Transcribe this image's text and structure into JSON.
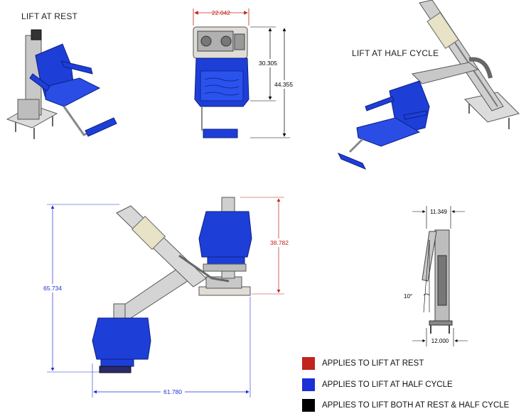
{
  "views": {
    "at_rest_title": "LIFT AT REST",
    "half_cycle_title": "LIFT AT HALF CYCLE"
  },
  "dimensions": {
    "width_top": "22.042",
    "height_seat": "30.305",
    "height_total_top": "44.355",
    "height_rest_side": "38.782",
    "height_half_cycle": "65.734",
    "width_half_cycle": "61.780",
    "width_side_top": "11.349",
    "width_side_bottom": "12.000",
    "angle_side": "10°"
  },
  "colors": {
    "rest": "#c0241c",
    "half_cycle": "#1a2fd6",
    "both": "#000000",
    "seat_blue": "#1d3fd8"
  },
  "legend": [
    {
      "label": "APPLIES TO LIFT AT REST",
      "color": "#c0241c"
    },
    {
      "label": "APPLIES TO LIFT AT HALF CYCLE",
      "color": "#1a2fd6"
    },
    {
      "label": "APPLIES TO LIFT BOTH AT REST & HALF CYCLE",
      "color": "#000000"
    }
  ]
}
